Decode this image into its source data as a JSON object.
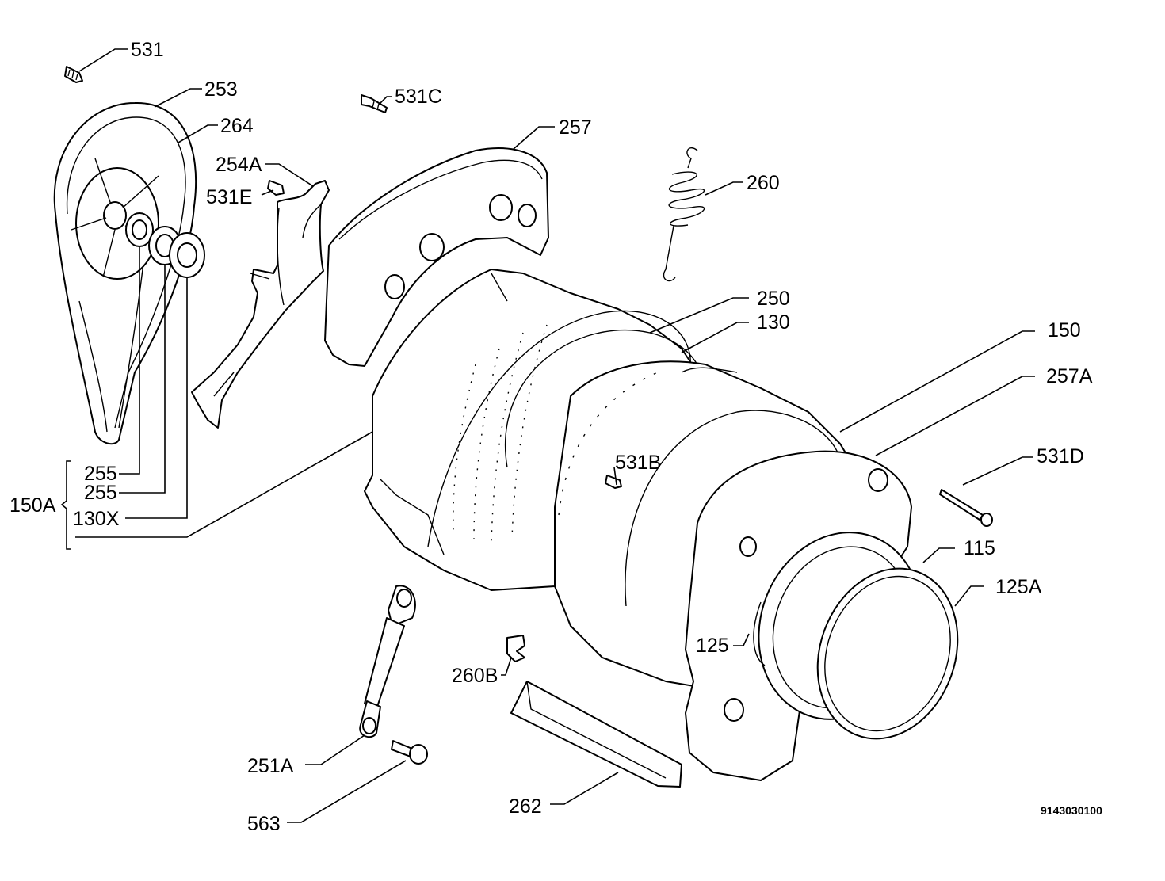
{
  "diagram_number": "9143030100",
  "labels": {
    "p531": "531",
    "p531C": "531C",
    "p253": "253",
    "p264": "264",
    "p254A": "254A",
    "p531E": "531E",
    "p257": "257",
    "p260": "260",
    "p250": "250",
    "p130": "130",
    "p150": "150",
    "p257A": "257A",
    "p531B": "531B",
    "p531D": "531D",
    "p255a": "255",
    "p255b": "255",
    "p150A": "150A",
    "p130X": "130X",
    "p115": "115",
    "p125A": "125A",
    "p125": "125",
    "p260B": "260B",
    "p251A": "251A",
    "p563": "563",
    "p262": "262"
  }
}
